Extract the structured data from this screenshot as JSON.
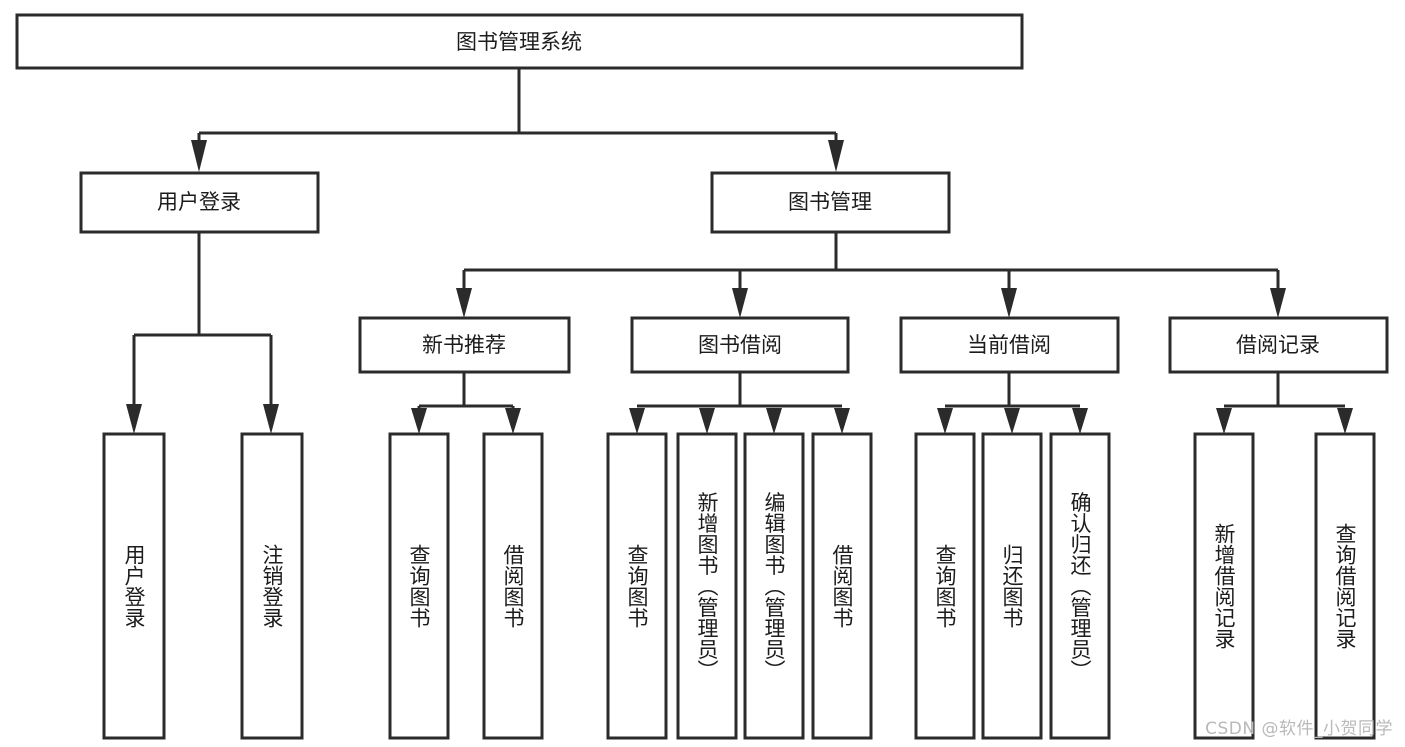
{
  "diagram": {
    "type": "tree-hierarchy",
    "title": "图书管理系统",
    "orientation": "top-down",
    "colors": {
      "stroke": "#2b2b2b",
      "fill": "#ffffff",
      "text": "#1c1c1c",
      "watermark": "#b9b9b9"
    },
    "levels": {
      "root": {
        "label": "图书管理系统"
      },
      "level2": [
        {
          "label": "用户登录"
        },
        {
          "label": "图书管理"
        }
      ],
      "level3": [
        {
          "label": "新书推荐"
        },
        {
          "label": "图书借阅"
        },
        {
          "label": "当前借阅"
        },
        {
          "label": "借阅记录"
        }
      ],
      "leaves": {
        "user_login": [
          {
            "label": "用户登录"
          },
          {
            "label": "注销登录"
          }
        ],
        "new_book_recommend": [
          {
            "label": "查询图书"
          },
          {
            "label": "借阅图书"
          }
        ],
        "book_borrow": [
          {
            "label": "查询图书"
          },
          {
            "label": "新增图书（管理员）"
          },
          {
            "label": "编辑图书（管理员）"
          },
          {
            "label": "借阅图书"
          }
        ],
        "current_borrow": [
          {
            "label": "查询图书"
          },
          {
            "label": "归还图书"
          },
          {
            "label": "确认归还（管理员）"
          }
        ],
        "borrow_record": [
          {
            "label": "新增借阅记录"
          },
          {
            "label": "查询借阅记录"
          }
        ]
      }
    },
    "watermark": "CSDN @软件_小贺同学"
  }
}
